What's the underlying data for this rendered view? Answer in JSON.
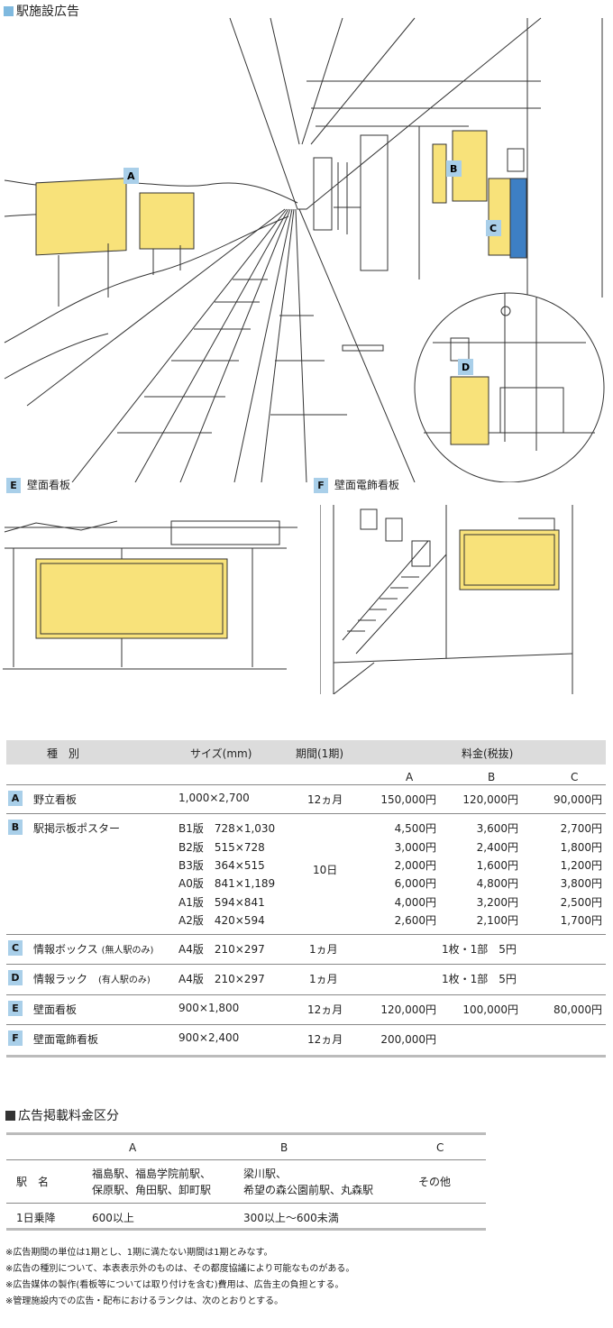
{
  "title": "駅施設広告",
  "illustration": {
    "main_tags": [
      "A",
      "B",
      "C",
      "D"
    ],
    "panel_e": {
      "tag": "E",
      "label": "壁面看板"
    },
    "panel_f": {
      "tag": "F",
      "label": "壁面電飾看板"
    },
    "colors": {
      "ad_yellow": "#f8e27a",
      "tag_blue": "#a9cfe9",
      "line": "#333333"
    }
  },
  "rates": {
    "headers": {
      "type": "種　別",
      "size": "サイズ(mm)",
      "period": "期間(1期)",
      "fee": "料金(税抜)",
      "col_a": "A",
      "col_b": "B",
      "col_c": "C"
    },
    "rows": [
      {
        "tag": "A",
        "name": "野立看板",
        "size": "1,000×2,700",
        "period": "12ヵ月",
        "a": "150,000円",
        "b": "120,000円",
        "c": "90,000円"
      },
      {
        "tag": "B",
        "name": "駅掲示板ポスター",
        "period": "10日",
        "sub": [
          {
            "size": "B1版　728×1,030",
            "a": "4,500円",
            "b": "3,600円",
            "c": "2,700円"
          },
          {
            "size": "B2版　515×728",
            "a": "3,000円",
            "b": "2,400円",
            "c": "1,800円"
          },
          {
            "size": "B3版　364×515",
            "a": "2,000円",
            "b": "1,600円",
            "c": "1,200円"
          },
          {
            "size": "A0版　841×1,189",
            "a": "6,000円",
            "b": "4,800円",
            "c": "3,800円"
          },
          {
            "size": "A1版　594×841",
            "a": "4,000円",
            "b": "3,200円",
            "c": "2,500円"
          },
          {
            "size": "A2版　420×594",
            "a": "2,600円",
            "b": "2,100円",
            "c": "1,700円"
          }
        ]
      },
      {
        "tag": "C",
        "name": "情報ボックス",
        "note": "(無人駅のみ)",
        "size": "A4版　210×297",
        "period": "1ヵ月",
        "fee": "1枚・1部　5円"
      },
      {
        "tag": "D",
        "name": "情報ラック",
        "note": "(有人駅のみ)",
        "size": "A4版　210×297",
        "period": "1ヵ月",
        "fee": "1枚・1部　5円"
      },
      {
        "tag": "E",
        "name": "壁面看板",
        "size": "900×1,800",
        "period": "12ヵ月",
        "a": "120,000円",
        "b": "100,000円",
        "c": "80,000円"
      },
      {
        "tag": "F",
        "name": "壁面電飾看板",
        "size": "900×2,400",
        "period": "12ヵ月",
        "a": "200,000円"
      }
    ]
  },
  "rank": {
    "title": "広告掲載料金区分",
    "headers": {
      "a": "A",
      "b": "B",
      "c": "C"
    },
    "row_station": {
      "label": "駅　名",
      "a1": "福島駅、福島学院前駅、",
      "a2": "保原駅、角田駅、卸町駅",
      "b1": "梁川駅、",
      "b2": "希望の森公園前駅、丸森駅",
      "c": "その他"
    },
    "row_riders": {
      "label": "1日乗降",
      "a": "600以上",
      "b": "300以上〜600未満"
    }
  },
  "notes": [
    "※広告期間の単位は1期とし、1期に満たない期間は1期とみなす。",
    "※広告の種別について、本表表示外のものは、その都度協議により可能なものがある。",
    "※広告媒体の製作(看板等については取り付けを含む)費用は、広告主の負担とする。",
    "※管理施設内での広告・配布におけるランクは、次のとおりとする。"
  ]
}
